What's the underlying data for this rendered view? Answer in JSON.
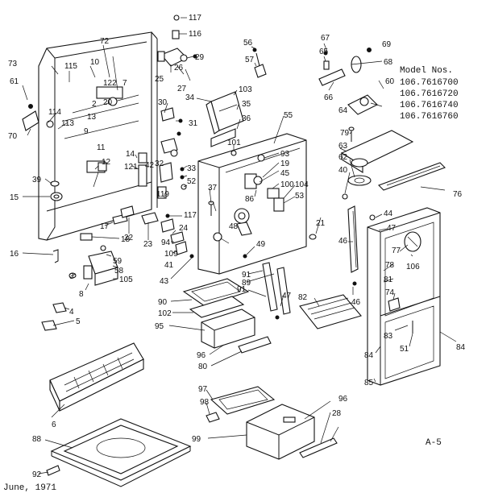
{
  "model_header": "Model Nos.",
  "models": [
    "106.7616700",
    "106.7616720",
    "106.7616740",
    "106.7616760"
  ],
  "date": "June, 1971",
  "page_code": "A-5",
  "part_numbers": [
    "117",
    "116",
    "29",
    "26",
    "25",
    "27",
    "56",
    "57",
    "67",
    "65",
    "69",
    "68",
    "66",
    "60",
    "64",
    "73",
    "115",
    "10",
    "72",
    "122",
    "20",
    "2",
    "7",
    "61",
    "114",
    "113",
    "70",
    "11",
    "13",
    "12",
    "9",
    "30",
    "31",
    "34",
    "103",
    "35",
    "36",
    "55",
    "101",
    "93",
    "19",
    "45",
    "100",
    "86",
    "104",
    "53",
    "79",
    "63",
    "62",
    "40",
    "76",
    "44",
    "47",
    "46",
    "106",
    "77",
    "78",
    "81",
    "74",
    "83",
    "51",
    "84",
    "85",
    "39",
    "15",
    "14",
    "121",
    "32",
    "33",
    "52",
    "119",
    "42",
    "37",
    "48",
    "49",
    "21",
    "16",
    "59",
    "58",
    "105",
    "8",
    "3",
    "18",
    "17",
    "22",
    "23",
    "24",
    "94",
    "109",
    "41",
    "43",
    "91",
    "89",
    "90",
    "102",
    "95",
    "96",
    "80",
    "82",
    "4",
    "5",
    "6",
    "88",
    "92",
    "97",
    "98",
    "99",
    "28"
  ]
}
